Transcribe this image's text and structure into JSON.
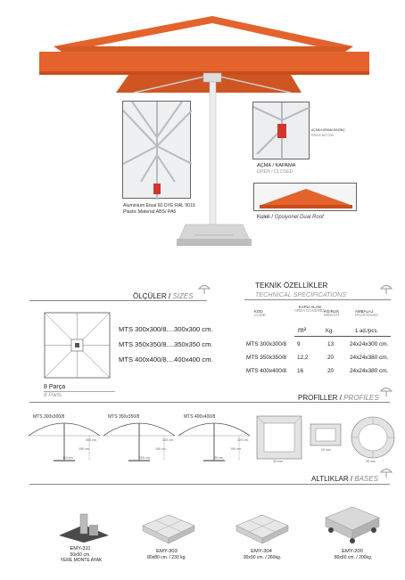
{
  "colors": {
    "canopy": "#e4632c",
    "canopy_dark": "#c84d1c",
    "pole": "#e9e9e9",
    "line": "#888888"
  },
  "hero": {
    "material_line1": "Aluminium Etsal 60 DYE:RAL 9016",
    "material_line2": "Plastic Material:ABS/ PA6",
    "mechanism_label": "AÇMA KAPAMA BASINÇ",
    "mechanism_sub": "PRESS BUTTON",
    "open_close_tr": "AÇMA / KAPAMA",
    "open_close_en": "OPEN / CLOSED",
    "roof_tr": "Kuleli /",
    "roof_en": "Opsiyonel Dual Roof"
  },
  "sizes": {
    "title_tr": "ÖLÇÜLER /",
    "title_en": "SIZES",
    "rows": [
      "MTS 300x300/8....300x300 cm.",
      "MTS 350x350/8....350x350 cm.",
      "MTS 400x400/8....400x400 cm."
    ],
    "parts_tr": "8 Parça",
    "parts_en": "8 Parts"
  },
  "specs": {
    "title_tr": "TEKNİK ÖZELLİKLER",
    "title_en": "TECHNICAL SPECIFICATIONS",
    "headers": [
      {
        "tr": "KOD",
        "en": "CODE"
      },
      {
        "tr": "KAPLI ALAN",
        "en": "AREA COVERED"
      },
      {
        "tr": "AĞIRLIK",
        "en": "WEIGHT"
      },
      {
        "tr": "AMBALAJ",
        "en": "PACKAGING"
      }
    ],
    "units": [
      "m²",
      "Kg.",
      "1 ad./pcs."
    ],
    "rows": [
      [
        "MTS 300x300/8",
        "9",
        "13",
        "24x24x300 cm."
      ],
      [
        "MTS 350x350/8",
        "12,2",
        "20",
        "24x24x380 cm."
      ],
      [
        "MTS 400x400/8",
        "16",
        "20",
        "24x24x380 cm."
      ]
    ]
  },
  "profiles": {
    "title_tr": "PROFİLLER /",
    "title_en": "PROFILES",
    "diagrams": [
      {
        "label": "MTS 300x300/8",
        "dim_a": "300 cm.",
        "dim_b": "190 cm.",
        "dim_c": "110 cm."
      },
      {
        "label": "MTS 350x350/8",
        "dim_a": "320 cm.",
        "dim_b": "190 cm.",
        "dim_c": "100 cm."
      },
      {
        "label": "MTS 400x400/8",
        "dim_a": "320 cm.",
        "dim_b": "190 cm.",
        "dim_c": "80 cm."
      }
    ],
    "section_dims": [
      "20 mm",
      "30 mm",
      "35 mm"
    ]
  },
  "bases": {
    "title_tr": "ALTLIKLAR /",
    "title_en": "BASES",
    "items": [
      {
        "code": "EMY-311",
        "size": "50x50 cm.",
        "note": "YERE MONTE AYAK"
      },
      {
        "code": "EMY-303",
        "size": "80x80 cm. / 230 kg."
      },
      {
        "code": "EMY-304",
        "size": "90x90 cm. / 260kg."
      },
      {
        "code": "EMY-200",
        "size": "80x80 cm. / 200kg."
      }
    ]
  }
}
